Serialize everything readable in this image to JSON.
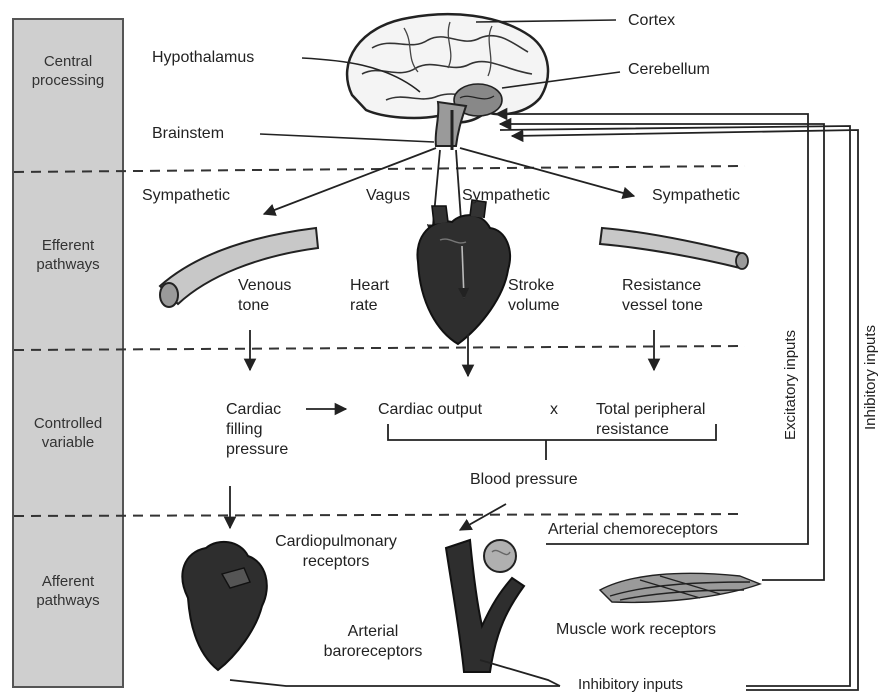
{
  "sections": {
    "central": "Central processing",
    "efferent": "Efferent pathways",
    "controlled": "Controlled variable",
    "afferent": "Afferent pathways"
  },
  "brain": {
    "cortex": "Cortex",
    "hypothalamus": "Hypothalamus",
    "cerebellum": "Cerebellum",
    "brainstem": "Brainstem"
  },
  "efferent": {
    "sympathetic_left": "Sympathetic",
    "vagus": "Vagus",
    "sympathetic_middle": "Sympathetic",
    "sympathetic_right": "Sympathetic",
    "venous_tone": "Venous tone",
    "heart_rate": "Heart rate",
    "stroke_volume": "Stroke volume",
    "resistance_vessel_tone": "Resistance vessel tone"
  },
  "controlled": {
    "cardiac_filling_pressure": "Cardiac filling pressure",
    "cardiac_output": "Cardiac output",
    "times": "x",
    "total_peripheral_resistance": "Total peripheral resistance",
    "blood_pressure": "Blood pressure"
  },
  "afferent": {
    "cardiopulmonary_receptors": "Cardiopulmonary receptors",
    "arterial_chemoreceptors": "Arterial chemoreceptors",
    "arterial_baroreceptors": "Arterial baroreceptors",
    "muscle_work_receptors": "Muscle work receptors"
  },
  "feedback": {
    "excitatory_inputs": "Excitatory inputs",
    "inhibitory_inputs_side": "Inhibitory inputs",
    "inhibitory_inputs_bottom": "Inhibitory inputs"
  }
}
